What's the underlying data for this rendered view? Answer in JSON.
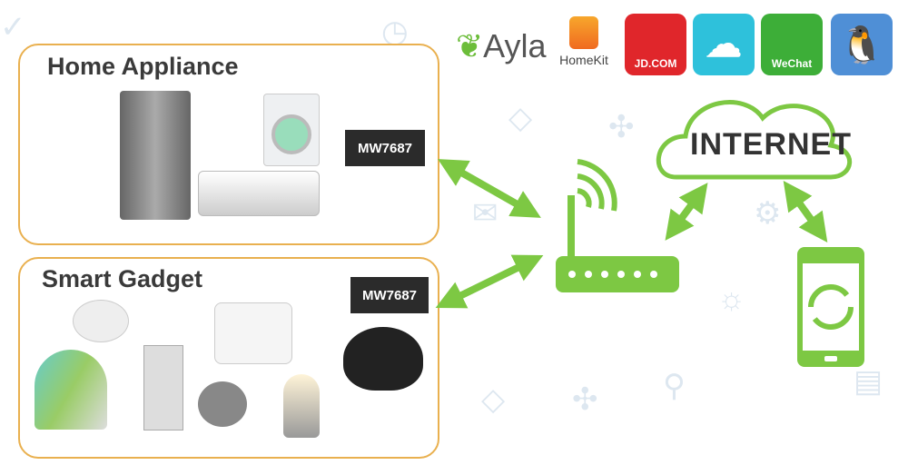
{
  "groups": [
    {
      "title": "Home Appliance",
      "module": "MW7687"
    },
    {
      "title": "Smart Gadget",
      "module": "MW7687"
    }
  ],
  "cloud": {
    "label": "INTERNET"
  },
  "logos": {
    "ayla": "Ayla",
    "homekit": "HomeKit",
    "jd": "JD.COM",
    "wechat": "WeChat"
  },
  "colors": {
    "accent": "#7dc843",
    "border": "#e9b04f",
    "tag": "#2b2b2b"
  }
}
